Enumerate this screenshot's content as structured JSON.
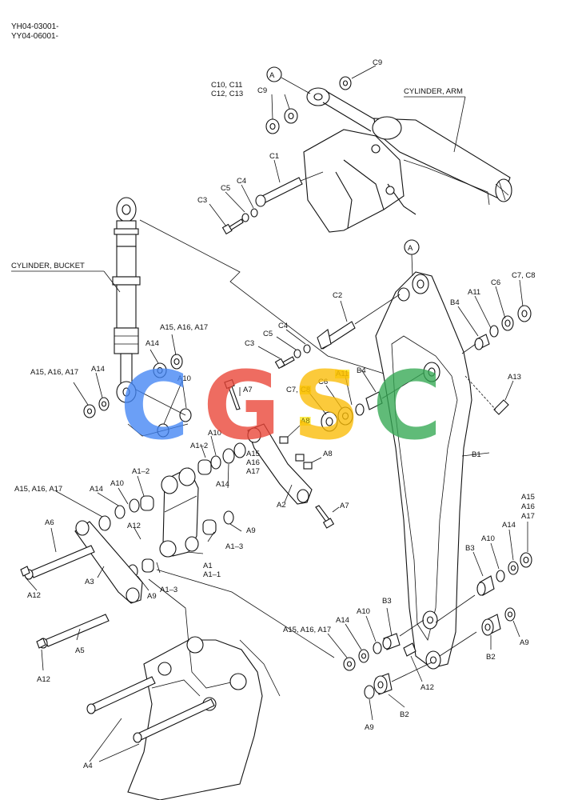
{
  "header": {
    "serial_1": "YH04-03001-",
    "serial_2": "YY04-06001-"
  },
  "titles": {
    "cylinder_arm": "CYLINDER, ARM",
    "cylinder_bucket": "CYLINDER, BUCKET"
  },
  "markers": {
    "ref_a_top": "A",
    "ref_a_arm": "A"
  },
  "watermark": {
    "letters": [
      "C",
      "G",
      "S",
      "C"
    ],
    "colors": [
      "#4285F4",
      "#EA4335",
      "#FBBC05",
      "#34A853"
    ]
  },
  "highlight_color": "#FFE600",
  "labels": {
    "c9_top": "C9",
    "c10_c11": "C10, C11",
    "c12_c13": "C12, C13",
    "c9_left": "C9",
    "c1": "C1",
    "c5_top": "C5",
    "c4_top": "C4",
    "c3_top": "C3",
    "c2": "C2",
    "c4_mid": "C4",
    "c5_mid": "C5",
    "c3_mid": "C3",
    "c7_c8_right": "C7, C8",
    "c6_right": "C6",
    "a11_right": "A11",
    "b4_right": "B4",
    "a13": "A13",
    "a15_group_1": "A15, A16, A17",
    "a14_1": "A14",
    "a10_1": "A10",
    "a15_group_2": "A15, A16, A17",
    "a14_2": "A14",
    "a7_top": "A7",
    "c7_mid": "C7,",
    "c8_mid": "C8",
    "c6_mid": "C6",
    "a11_mid": "A11",
    "b4_mid": "B4",
    "a8_1": "A8",
    "a8_2": "A8",
    "a10_2": "A10",
    "a1_2_top": "A1–2",
    "a14_3": "A14",
    "a15_3": "A15",
    "a16_3": "A16",
    "a17_3": "A17",
    "a2": "A2",
    "a7_bottom": "A7",
    "a15_group_4": "A15, A16, A17",
    "a14_4": "A14",
    "a10_4": "A10",
    "a1_2_left": "A1–2",
    "a6": "A6",
    "a12_top": "A12",
    "a3": "A3",
    "a9_1": "A9",
    "a1_3_1": "A1–3",
    "a9_2": "A9",
    "a1": "A1",
    "a1_1": "A1–1",
    "a1_3_2": "A1–3",
    "a12_left_1": "A12",
    "a5": "A5",
    "a12_left_2": "A12",
    "b1": "B1",
    "a15_r": "A15",
    "a16_r": "A16",
    "a17_r": "A17",
    "a14_r": "A14",
    "a10_r": "A10",
    "b3_r": "B3",
    "a15_group_5": "A15, A16, A17",
    "a14_5": "A14",
    "a10_5": "A10",
    "b3_5": "B3",
    "a12_right": "A12",
    "b2_right": "B2",
    "a9_right": "A9",
    "a9_bottom": "A9",
    "b2_bottom": "B2",
    "a4": "A4"
  }
}
